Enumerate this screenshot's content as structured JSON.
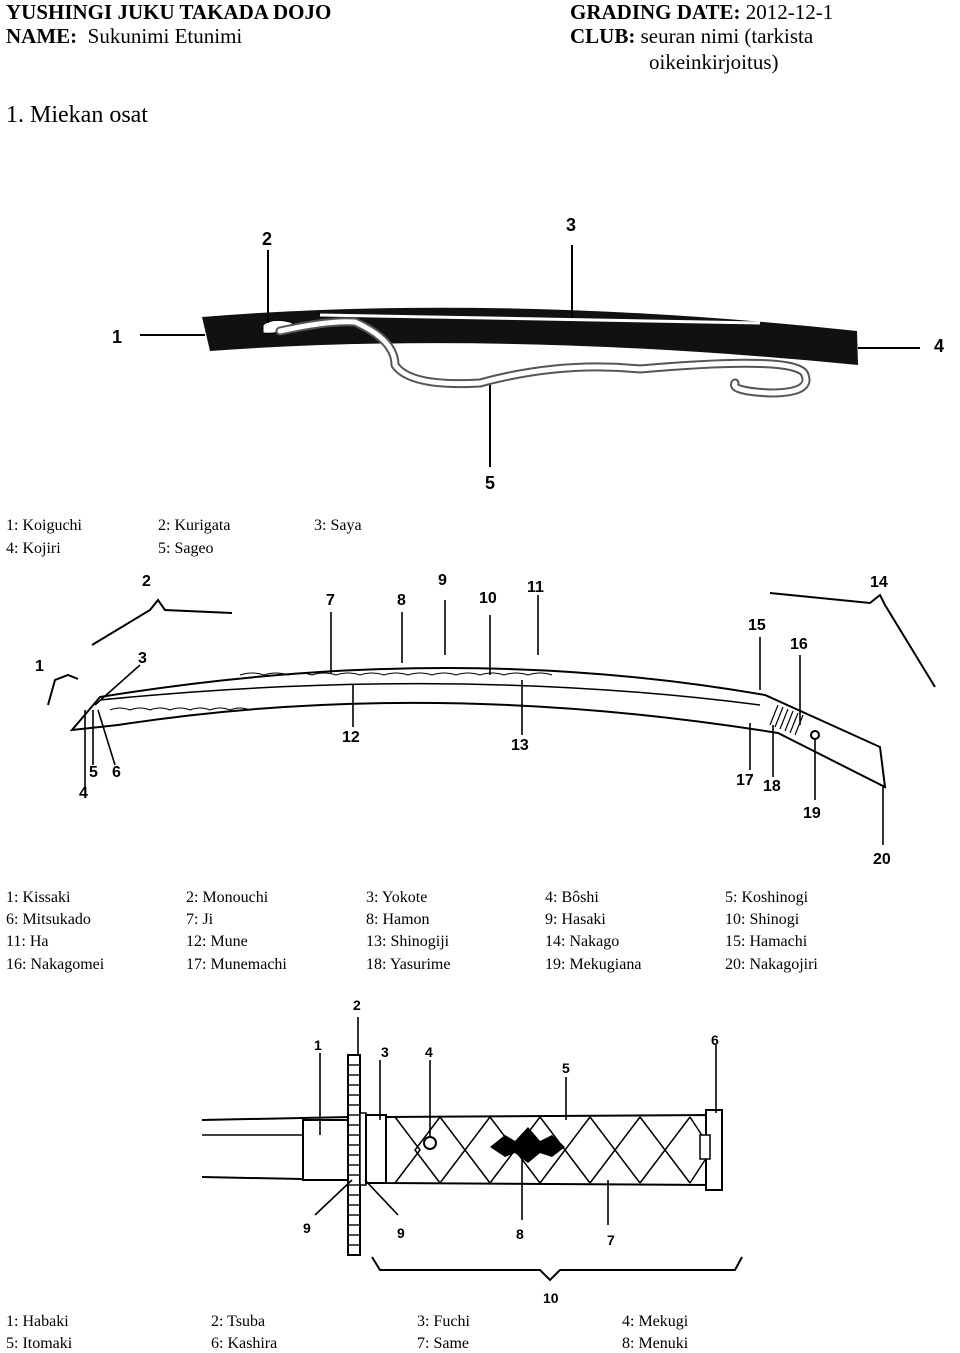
{
  "header": {
    "dojo": "YUSHINGI JUKU TAKADA DOJO",
    "name_label": "NAME:",
    "name_value": "Sukunimi Etunimi",
    "grading_label": "GRADING DATE:",
    "grading_value": "2012-12-1",
    "club_label": "CLUB:",
    "club_value_line1": "seuran nimi (tarkista",
    "club_value_line2": "oikeinkirjoitus)"
  },
  "section_title": "1. Miekan osat",
  "diagram1": {
    "callouts": [
      "1",
      "2",
      "3",
      "4",
      "5"
    ],
    "legend": [
      "1: Koiguchi",
      "2: Kurigata",
      "3: Saya",
      "4: Kojiri",
      "5: Sageo"
    ]
  },
  "diagram2": {
    "callouts": [
      "1",
      "2",
      "3",
      "4",
      "5",
      "6",
      "7",
      "8",
      "9",
      "10",
      "11",
      "12",
      "13",
      "14",
      "15",
      "16",
      "17",
      "18",
      "19",
      "20"
    ],
    "legend": [
      "1: Kissaki",
      "2: Monouchi",
      "3: Yokote",
      "4: Bôshi",
      "5: Koshinogi",
      "6: Mitsukado",
      "7: Ji",
      "8: Hamon",
      "9: Hasaki",
      "10: Shinogi",
      "11: Ha",
      "12: Mune",
      "13: Shinogiji",
      "14: Nakago",
      "15: Hamachi",
      "16: Nakagomei",
      "17: Munemachi",
      "18: Yasurime",
      "19: Mekugiana",
      "20: Nakagojiri"
    ]
  },
  "diagram3": {
    "callouts": [
      "1",
      "2",
      "3",
      "4",
      "5",
      "6",
      "7",
      "8",
      "9",
      "9",
      "10"
    ],
    "legend": [
      "1: Habaki",
      "2: Tsuba",
      "3: Fuchi",
      "4: Mekugi",
      "5: Itomaki",
      "6: Kashira",
      "7: Same",
      "8: Menuki"
    ]
  }
}
